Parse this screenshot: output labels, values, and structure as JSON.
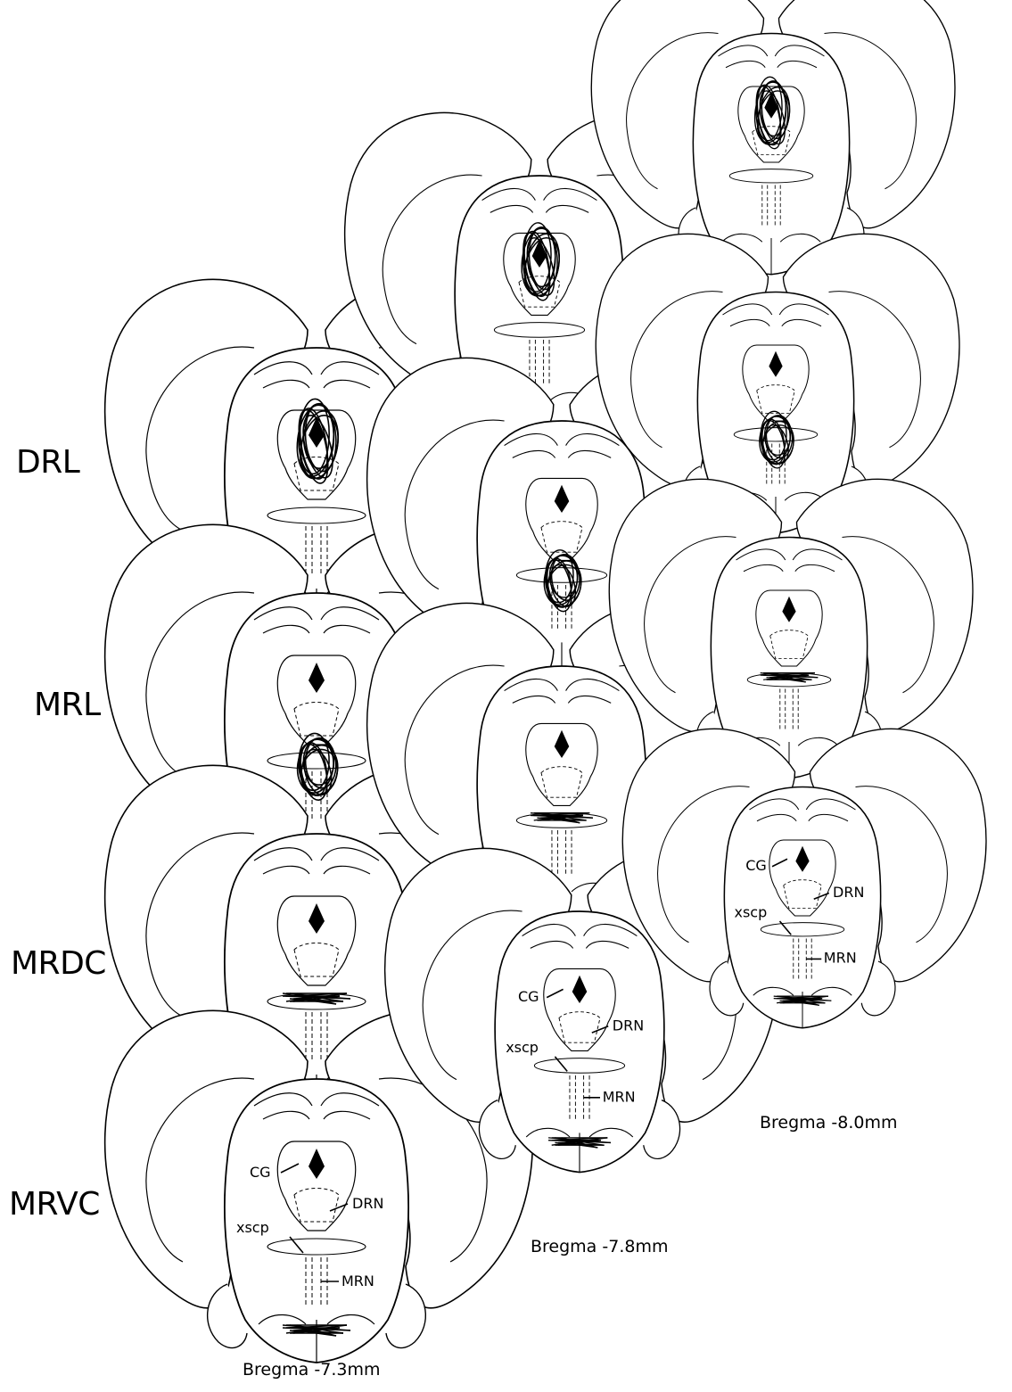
{
  "rows": [
    "DRL",
    "MRL",
    "MRDC",
    "MRVC"
  ],
  "columns": [
    {
      "bregma": "Bregma -7.3mm",
      "labels": {
        "cg": "CG",
        "drn": "DRN",
        "xscp": "xscp",
        "mrn": "MRN"
      }
    },
    {
      "bregma": "Bregma -7.8mm",
      "labels": {
        "cg": "CG",
        "drn": "DRN",
        "xscp": "xscp",
        "mrn": "MRN"
      }
    },
    {
      "bregma": "Bregma -8.0mm",
      "labels": {
        "cg": "CG",
        "drn": "DRN",
        "xscp": "xscp",
        "mrn": "MRN"
      }
    }
  ],
  "colors": {
    "ink": "#000000",
    "background": "#ffffff"
  }
}
